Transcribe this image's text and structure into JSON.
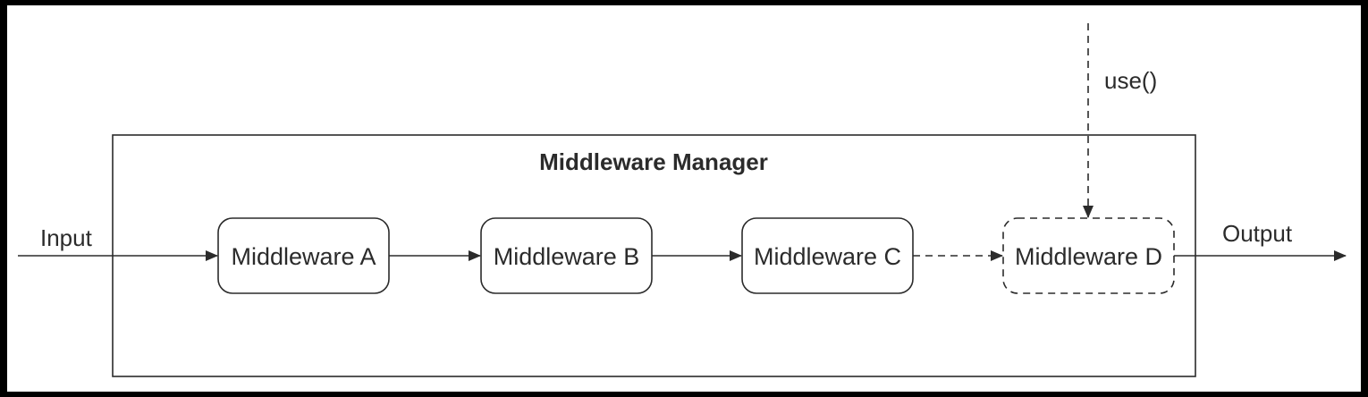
{
  "diagram": {
    "title": "Middleware Manager",
    "input_label": "Input",
    "output_label": "Output",
    "use_label": "use()",
    "nodes": [
      {
        "id": "a",
        "label": "Middleware A",
        "style": "solid"
      },
      {
        "id": "b",
        "label": "Middleware B",
        "style": "solid"
      },
      {
        "id": "c",
        "label": "Middleware C",
        "style": "solid"
      },
      {
        "id": "d",
        "label": "Middleware D",
        "style": "dashed"
      }
    ],
    "edges": [
      {
        "from": "input",
        "to": "a",
        "style": "solid"
      },
      {
        "from": "a",
        "to": "b",
        "style": "solid"
      },
      {
        "from": "b",
        "to": "c",
        "style": "solid"
      },
      {
        "from": "c",
        "to": "d",
        "style": "dashed"
      },
      {
        "from": "d",
        "to": "output",
        "style": "solid"
      },
      {
        "from": "use",
        "to": "d",
        "style": "dashed"
      }
    ],
    "colors": {
      "frame": "#000000",
      "background": "#ffffff",
      "stroke": "#2b2b2b",
      "text": "#2b2b2b"
    }
  }
}
